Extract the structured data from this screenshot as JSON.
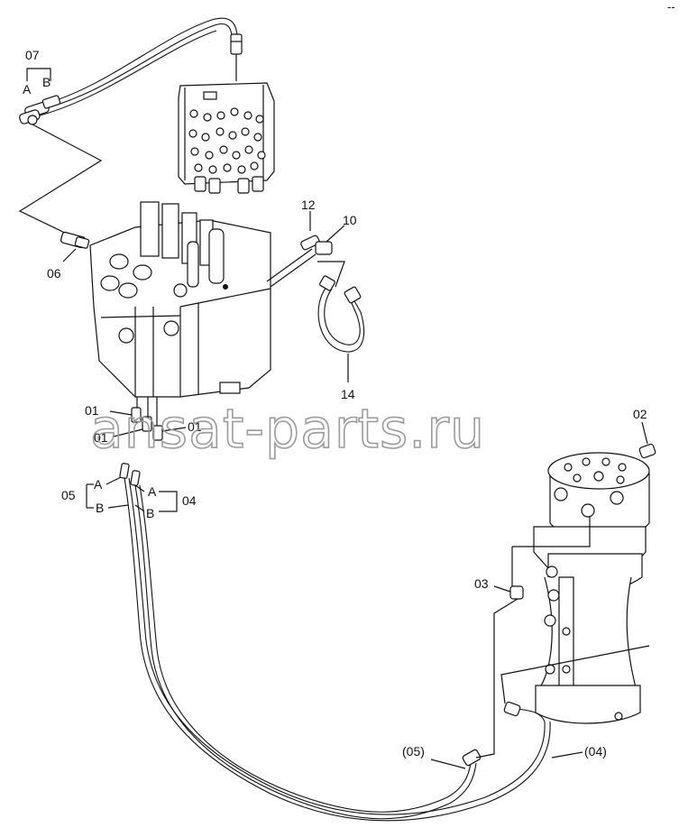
{
  "watermark": "ansat-parts.ru",
  "corner_mark": "--",
  "labels": {
    "l07": "07",
    "l07_a": "A",
    "l07_b": "B",
    "l06": "06",
    "l12": "12",
    "l10": "10",
    "l14": "14",
    "l01_a": "01",
    "l01_b": "01",
    "l01_c": "01",
    "l05": "05",
    "l05_a": "A",
    "l05_b": "B",
    "l04": "04",
    "l04_a": "A",
    "l04_b": "B",
    "l02": "02",
    "l03": "03",
    "l05p": "(05)",
    "l04p": "(04)"
  }
}
